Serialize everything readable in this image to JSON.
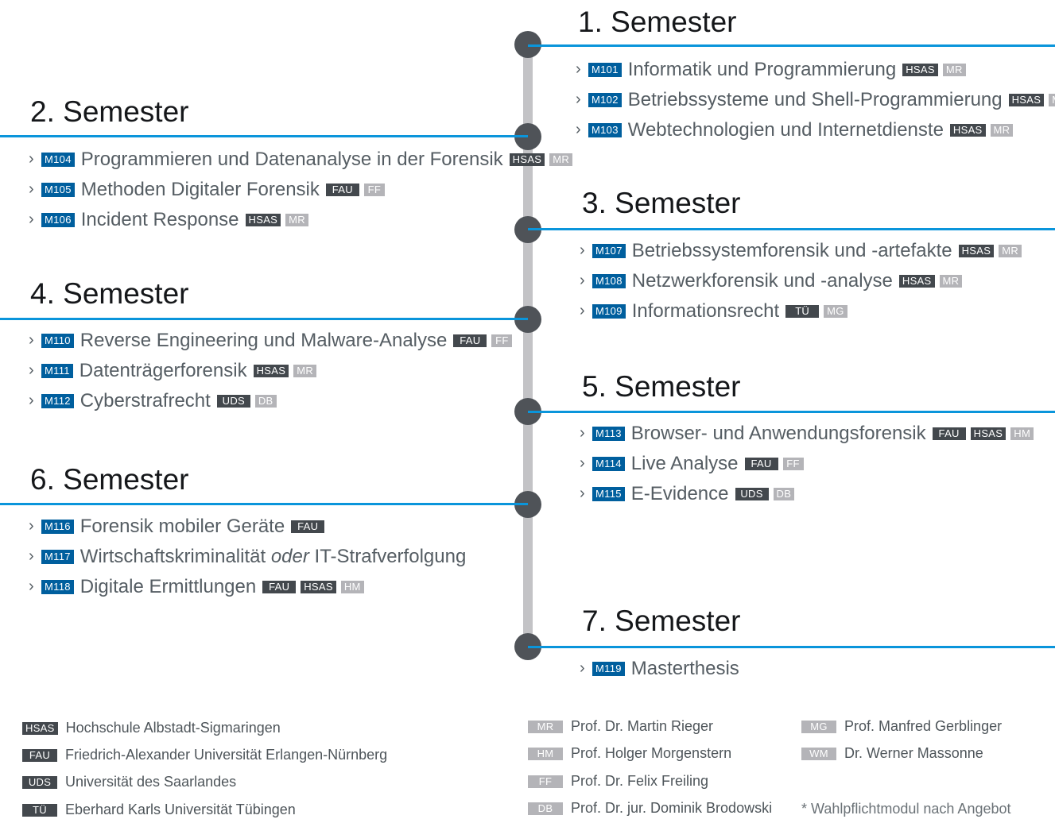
{
  "semesters": [
    {
      "title": "1. Semester",
      "modules": [
        {
          "code": "M101",
          "title": "Informatik und Programmierung",
          "tags": [
            {
              "t": "HSAS",
              "k": "uni"
            },
            {
              "t": "MR",
              "k": "prof"
            }
          ]
        },
        {
          "code": "M102",
          "title": "Betriebssysteme und Shell-Programmierung",
          "tags": [
            {
              "t": "HSAS",
              "k": "uni"
            },
            {
              "t": "MR",
              "k": "prof"
            }
          ]
        },
        {
          "code": "M103",
          "title": "Webtechnologien und Internetdienste",
          "tags": [
            {
              "t": "HSAS",
              "k": "uni"
            },
            {
              "t": "MR",
              "k": "prof"
            }
          ]
        }
      ]
    },
    {
      "title": "2. Semester",
      "modules": [
        {
          "code": "M104",
          "title": "Programmieren und Datenanalyse in der Forensik",
          "tags": [
            {
              "t": "HSAS",
              "k": "uni"
            },
            {
              "t": "MR",
              "k": "prof"
            }
          ]
        },
        {
          "code": "M105",
          "title": "Methoden Digitaler Forensik",
          "tags": [
            {
              "t": "FAU",
              "k": "uni"
            },
            {
              "t": "FF",
              "k": "prof"
            }
          ]
        },
        {
          "code": "M106",
          "title": "Incident Response",
          "tags": [
            {
              "t": "HSAS",
              "k": "uni"
            },
            {
              "t": "MR",
              "k": "prof"
            }
          ]
        }
      ]
    },
    {
      "title": "3. Semester",
      "modules": [
        {
          "code": "M107",
          "title": "Betriebssystemforensik und -artefakte",
          "tags": [
            {
              "t": "HSAS",
              "k": "uni"
            },
            {
              "t": "MR",
              "k": "prof"
            }
          ]
        },
        {
          "code": "M108",
          "title": "Netzwerkforensik und -analyse",
          "tags": [
            {
              "t": "HSAS",
              "k": "uni"
            },
            {
              "t": "MR",
              "k": "prof"
            }
          ]
        },
        {
          "code": "M109",
          "title": "Informationsrecht",
          "tags": [
            {
              "t": "TÜ",
              "k": "uni"
            },
            {
              "t": "MG",
              "k": "prof"
            }
          ]
        }
      ]
    },
    {
      "title": "4. Semester",
      "modules": [
        {
          "code": "M110",
          "title": "Reverse Engineering und Malware-Analyse",
          "tags": [
            {
              "t": "FAU",
              "k": "uni"
            },
            {
              "t": "FF",
              "k": "prof"
            }
          ]
        },
        {
          "code": "M111",
          "title": "Datenträgerforensik",
          "tags": [
            {
              "t": "HSAS",
              "k": "uni"
            },
            {
              "t": "MR",
              "k": "prof"
            }
          ]
        },
        {
          "code": "M112",
          "title": "Cyberstrafrecht",
          "tags": [
            {
              "t": "UDS",
              "k": "uni"
            },
            {
              "t": "DB",
              "k": "prof"
            }
          ]
        }
      ]
    },
    {
      "title": "5. Semester",
      "modules": [
        {
          "code": "M113",
          "title": "Browser- und Anwendungsforensik",
          "tags": [
            {
              "t": "FAU",
              "k": "uni"
            },
            {
              "t": "HSAS",
              "k": "uni"
            },
            {
              "t": "HM",
              "k": "prof"
            }
          ]
        },
        {
          "code": "M114",
          "title": "Live Analyse",
          "tags": [
            {
              "t": "FAU",
              "k": "uni"
            },
            {
              "t": "FF",
              "k": "prof"
            }
          ]
        },
        {
          "code": "M115",
          "title": "E-Evidence",
          "tags": [
            {
              "t": "UDS",
              "k": "uni"
            },
            {
              "t": "DB",
              "k": "prof"
            }
          ]
        }
      ]
    },
    {
      "title": "6. Semester",
      "modules": [
        {
          "code": "M116",
          "title": "Forensik mobiler Geräte",
          "tags": [
            {
              "t": "FAU",
              "k": "uni"
            }
          ]
        },
        {
          "code": "M117",
          "title_parts": [
            "Wirtschaftskriminalität ",
            "oder",
            " IT-Strafverfolgung"
          ],
          "tags": []
        },
        {
          "code": "M118",
          "title": "Digitale Ermittlungen",
          "tags": [
            {
              "t": "FAU",
              "k": "uni"
            },
            {
              "t": "HSAS",
              "k": "uni"
            },
            {
              "t": "HM",
              "k": "prof"
            }
          ]
        }
      ]
    },
    {
      "title": "7. Semester",
      "modules": [
        {
          "code": "M119",
          "title": "Masterthesis",
          "tags": []
        }
      ]
    }
  ],
  "legend": {
    "universities": [
      {
        "abbr": "HSAS",
        "name": "Hochschule Albstadt-Sigmaringen"
      },
      {
        "abbr": "FAU",
        "name": "Friedrich-Alexander Universität Erlangen-Nürnberg"
      },
      {
        "abbr": "UDS",
        "name": "Universität des Saarlandes"
      },
      {
        "abbr": "TÜ",
        "name": "Eberhard Karls Universität Tübingen"
      }
    ],
    "professors_1": [
      {
        "abbr": "MR",
        "name": "Prof. Dr. Martin Rieger"
      },
      {
        "abbr": "HM",
        "name": "Prof. Holger Morgenstern"
      },
      {
        "abbr": "FF",
        "name": "Prof. Dr. Felix Freiling"
      },
      {
        "abbr": "DB",
        "name": "Prof. Dr. jur. Dominik Brodowski"
      }
    ],
    "professors_2": [
      {
        "abbr": "MG",
        "name": "Prof. Manfred Gerblinger"
      },
      {
        "abbr": "WM",
        "name": "Dr. Werner Massonne"
      }
    ],
    "note": "* Wahlpflichtmodul nach Angebot"
  },
  "colors": {
    "accent": "#0a95db",
    "code_bg": "#005f9e",
    "uni_tag": "#43484d",
    "prof_tag": "#b4b4b8",
    "node": "#4f5358",
    "spine": "#c3c3c6"
  }
}
